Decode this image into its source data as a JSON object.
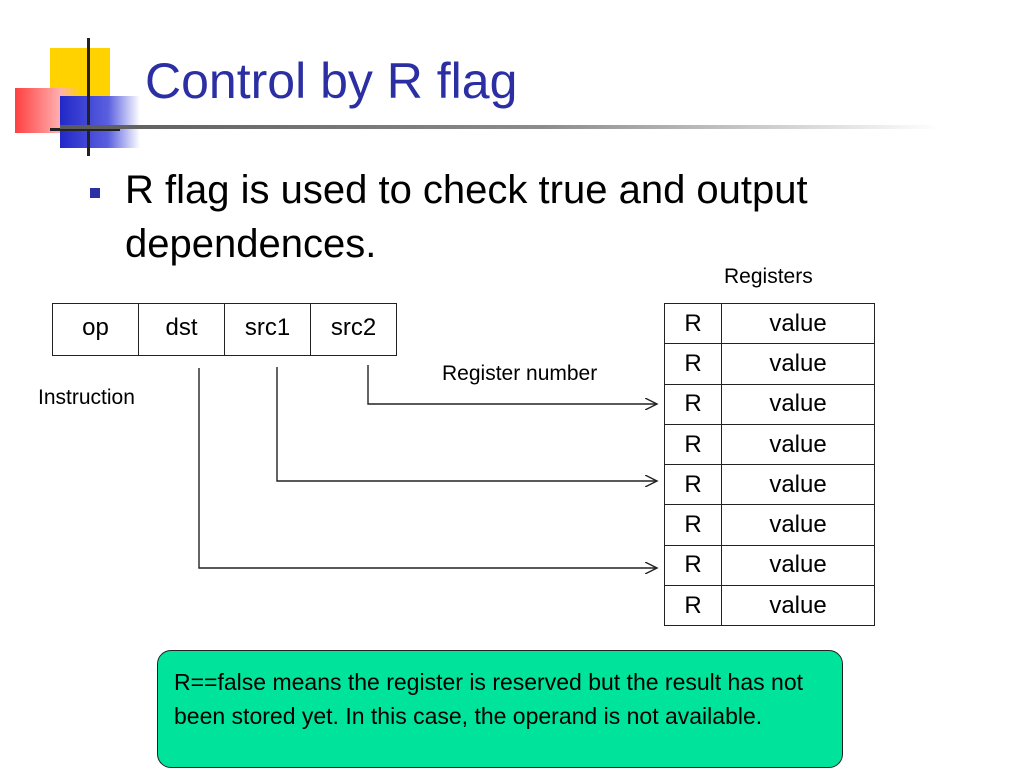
{
  "title": "Control by R flag",
  "bullet": "R flag is used to check true and output dependences.",
  "instruction": {
    "fields": [
      "op",
      "dst",
      "src1",
      "src2"
    ],
    "label": "Instruction"
  },
  "register_number_label": "Register number",
  "registers": {
    "label": "Registers",
    "rows": [
      {
        "flag": "R",
        "value": "value"
      },
      {
        "flag": "R",
        "value": "value"
      },
      {
        "flag": "R",
        "value": "value"
      },
      {
        "flag": "R",
        "value": "value"
      },
      {
        "flag": "R",
        "value": "value"
      },
      {
        "flag": "R",
        "value": "value"
      },
      {
        "flag": "R",
        "value": "value"
      },
      {
        "flag": "R",
        "value": "value"
      }
    ]
  },
  "note": "R==false means the register is reserved but the result has not been stored yet. In this case, the operand is not available.",
  "colors": {
    "title": "#2b2fa3",
    "note_background": "#00e39a"
  }
}
